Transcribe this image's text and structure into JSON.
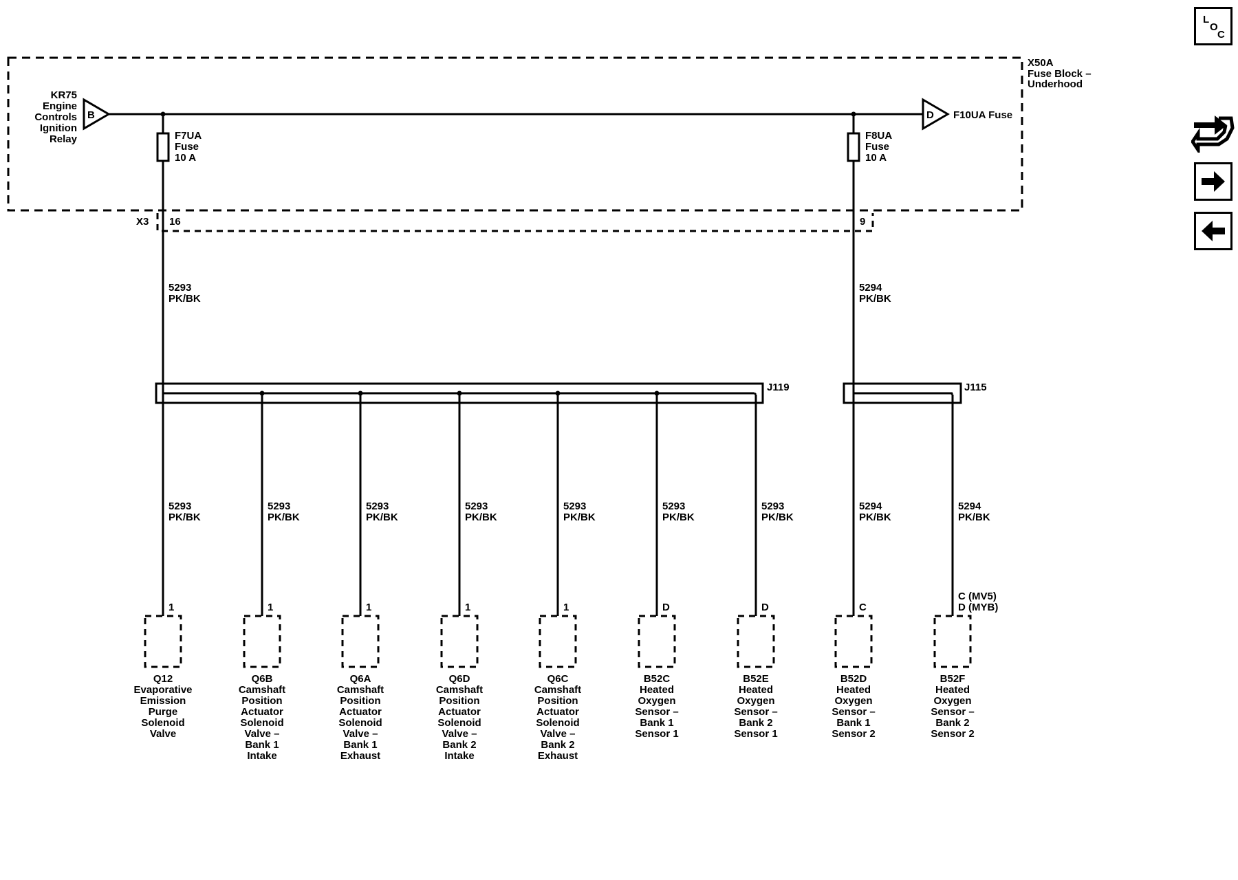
{
  "fuse_block": {
    "id": "X50A",
    "name_lines": [
      "Fuse Block –",
      "Underhood"
    ],
    "connector": "X3"
  },
  "relay": {
    "lines": [
      "KR75",
      "Engine",
      "Controls",
      "Ignition",
      "Relay"
    ],
    "pin": "B"
  },
  "output": {
    "pin": "D",
    "label": "F10UA Fuse"
  },
  "fuses": [
    {
      "lines": [
        "F7UA",
        "Fuse",
        "10 A"
      ],
      "pin": "16"
    },
    {
      "lines": [
        "F8UA",
        "Fuse",
        "10 A"
      ],
      "pin": "9"
    }
  ],
  "trunk_wires": [
    {
      "circuit": "5293",
      "color": "PK/BK"
    },
    {
      "circuit": "5294",
      "color": "PK/BK"
    }
  ],
  "splices": [
    "J119",
    "J115"
  ],
  "branches": [
    {
      "circuit": "5293",
      "color": "PK/BK",
      "pin": [
        "1"
      ],
      "component": [
        "Q12",
        "Evaporative",
        "Emission",
        "Purge",
        "Solenoid",
        "Valve"
      ]
    },
    {
      "circuit": "5293",
      "color": "PK/BK",
      "pin": [
        "1"
      ],
      "component": [
        "Q6B",
        "Camshaft",
        "Position",
        "Actuator",
        "Solenoid",
        "Valve –",
        "Bank 1",
        "Intake"
      ]
    },
    {
      "circuit": "5293",
      "color": "PK/BK",
      "pin": [
        "1"
      ],
      "component": [
        "Q6A",
        "Camshaft",
        "Position",
        "Actuator",
        "Solenoid",
        "Valve –",
        "Bank 1",
        "Exhaust"
      ]
    },
    {
      "circuit": "5293",
      "color": "PK/BK",
      "pin": [
        "1"
      ],
      "component": [
        "Q6D",
        "Camshaft",
        "Position",
        "Actuator",
        "Solenoid",
        "Valve –",
        "Bank 2",
        "Intake"
      ]
    },
    {
      "circuit": "5293",
      "color": "PK/BK",
      "pin": [
        "1"
      ],
      "component": [
        "Q6C",
        "Camshaft",
        "Position",
        "Actuator",
        "Solenoid",
        "Valve –",
        "Bank 2",
        "Exhaust"
      ]
    },
    {
      "circuit": "5293",
      "color": "PK/BK",
      "pin": [
        "D"
      ],
      "component": [
        "B52C",
        "Heated",
        "Oxygen",
        "Sensor –",
        "Bank 1",
        "Sensor 1"
      ]
    },
    {
      "circuit": "5293",
      "color": "PK/BK",
      "pin": [
        "D"
      ],
      "component": [
        "B52E",
        "Heated",
        "Oxygen",
        "Sensor –",
        "Bank 2",
        "Sensor 1"
      ]
    },
    {
      "circuit": "5294",
      "color": "PK/BK",
      "pin": [
        "C"
      ],
      "component": [
        "B52D",
        "Heated",
        "Oxygen",
        "Sensor –",
        "Bank 1",
        "Sensor 2"
      ]
    },
    {
      "circuit": "5294",
      "color": "PK/BK",
      "pin": [
        "C (MV5)",
        "D (MYB)"
      ],
      "component": [
        "B52F",
        "Heated",
        "Oxygen",
        "Sensor –",
        "Bank 2",
        "Sensor 2"
      ]
    }
  ],
  "nav": {
    "loc_letters": [
      "L",
      "O",
      "C"
    ],
    "icons": [
      "loc-icon",
      "swap-arrows-icon",
      "right-arrow-icon",
      "left-arrow-icon"
    ]
  }
}
